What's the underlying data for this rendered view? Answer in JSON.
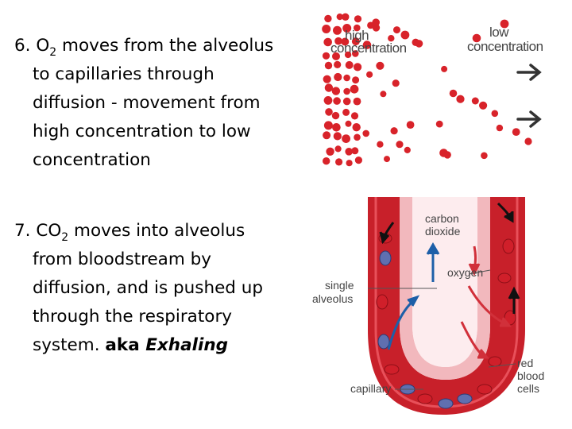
{
  "point6": {
    "lines": [
      {
        "pre": "6. O",
        "sub": "2",
        "post": " moves from the alveolus"
      },
      "to capillaries through",
      "diffusion - movement from",
      "high concentration to low",
      "concentration"
    ]
  },
  "point7": {
    "line1": {
      "pre": "7. CO",
      "sub": "2",
      "post": " moves into alveolus"
    },
    "line2": "from bloodstream by",
    "line3": "diffusion,  and is pushed up",
    "line4": "through the respiratory",
    "line5_normal": "system. ",
    "line5_bold": "aka ",
    "line5_bold_italic": "Exhaling"
  },
  "diffusion_figure": {
    "high_label": [
      "high",
      "concentration"
    ],
    "low_label": [
      "low",
      "concentration"
    ],
    "particle_color": "#d8232a"
  },
  "alveolus_figure": {
    "carbon_dioxide_label": [
      "carbon",
      "dioxide"
    ],
    "oxygen_label": "oxygen",
    "single_alveolus_label": [
      "single",
      "alveolus"
    ],
    "red_blood_cells_label": [
      "red",
      "blood",
      "cells"
    ],
    "capillary_label": "capillary",
    "vessel_color": "#c8202a",
    "tissue_color": "#f2b8bd",
    "co2_arrow_color": "#1d5fa8",
    "o2_arrow_color": "#d1303a"
  }
}
